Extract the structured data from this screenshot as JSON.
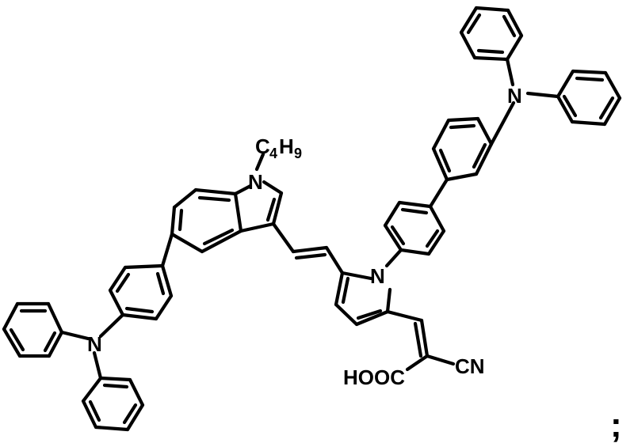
{
  "labels": {
    "n_indole": "N",
    "c4h9_c": "C",
    "c4h9_4": "4",
    "c4h9_h": "H",
    "c4h9_9": "9",
    "n_pyrrole": "N",
    "n_tpa_left": "N",
    "n_tpa_right": "N",
    "cn": "CN",
    "hooc": "HOOC",
    "terminator": ";"
  }
}
